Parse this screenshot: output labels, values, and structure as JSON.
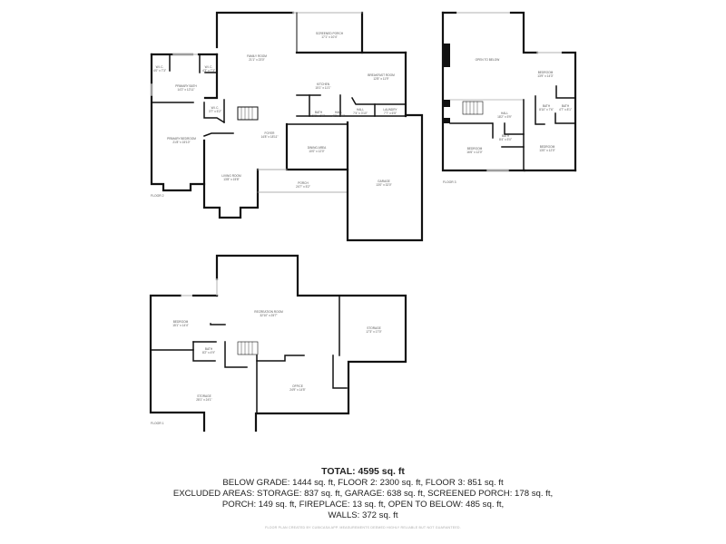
{
  "floors": {
    "floor2": {
      "label": "FLOOR 2",
      "rooms": [
        {
          "name": "FAMILY ROOM",
          "dims": "21'1\" x 23'0\""
        },
        {
          "name": "SCREENED PORCH",
          "dims": "17'1\" x 10'4\""
        },
        {
          "name": "KITCHEN",
          "dims": "15'1\" x 11'1\""
        },
        {
          "name": "BREAKFAST ROOM",
          "dims": "12'8\" x 11'9\""
        },
        {
          "name": "W.I.C.",
          "dims": "4'0\" x 7'3\""
        },
        {
          "name": "W.I.C.",
          "dims": "4'3\" x 7'3\""
        },
        {
          "name": "PRIMARY BATH",
          "dims": "14'2\" x 12'11\""
        },
        {
          "name": "BATH",
          "dims": "5'2\" x 5'7\""
        },
        {
          "name": "W.I.C.",
          "dims": "3'7\" x 5'2\""
        },
        {
          "name": "BATH",
          "dims": "5'6\" x 5'8\""
        },
        {
          "name": "HALL",
          "dims": "4'6\" x 5'8\""
        },
        {
          "name": "HALL",
          "dims": "7'4\" x 3'10\""
        },
        {
          "name": "LAUNDRY",
          "dims": "7'7\" x 6'5\""
        },
        {
          "name": "PRIMARY BEDROOM",
          "dims": "21'8\" x 15'10\""
        },
        {
          "name": "FOYER",
          "dims": "14'8\" x 18'11\""
        },
        {
          "name": "DINING AREA",
          "dims": "10'0\" x 12'0\""
        },
        {
          "name": "LIVING ROOM",
          "dims": "13'8\" x 15'8\""
        },
        {
          "name": "PORCH",
          "dims": "24'7\" x 5'2\""
        },
        {
          "name": "GARAGE",
          "dims": "13'0\" x 32'0\""
        }
      ]
    },
    "floor3": {
      "label": "FLOOR 3",
      "rooms": [
        {
          "name": "OPEN TO BELOW",
          "dims": ""
        },
        {
          "name": "BEDROOM",
          "dims": "13'9\" x 14'3\""
        },
        {
          "name": "HALL",
          "dims": "18'2\" x 5'9\""
        },
        {
          "name": "BATH",
          "dims": "8'10\" x 7'6\""
        },
        {
          "name": "BATH",
          "dims": "4'7\" x 8'1\""
        },
        {
          "name": "BATH",
          "dims": "8'4\" x 5'0\""
        },
        {
          "name": "BEDROOM",
          "dims": "16'6\" x 12'0\""
        },
        {
          "name": "BEDROOM",
          "dims": "13'0\" x 12'0\""
        }
      ]
    },
    "floor1": {
      "label": "FLOOR 1",
      "rooms": [
        {
          "name": "RECREATION ROOM",
          "dims": "32'10\" x 25'7\""
        },
        {
          "name": "BEDROOM",
          "dims": "15'1\" x 14'4\""
        },
        {
          "name": "STORAGE",
          "dims": "17'3\" x 17'0\""
        },
        {
          "name": "BATH",
          "dims": "8'2\" x 4'9\""
        },
        {
          "name": "STORAGE",
          "dims": "28'1\" x 24'1\""
        },
        {
          "name": "OFFICE",
          "dims": "24'9\" x 14'5\""
        }
      ]
    }
  },
  "summary": {
    "total": "TOTAL: 4595 sq. ft",
    "line1": "BELOW GRADE: 1444 sq. ft, FLOOR 2: 2300 sq. ft, FLOOR 3: 851 sq. ft",
    "line2": "EXCLUDED AREAS: STORAGE: 837 sq. ft, GARAGE: 638 sq. ft, SCREENED PORCH: 178 sq. ft,",
    "line3": "PORCH: 149 sq. ft, FIREPLACE: 13 sq. ft, OPEN TO BELOW: 485 sq. ft,",
    "line4": "WALLS: 372 sq. ft",
    "disclaimer": "FLOOR PLAN CREATED BY CUBICASA APP. MEASUREMENTS DEEMED HIGHLY RELIABLE BUT NOT GUARANTEED."
  },
  "colors": {
    "wall": "#111111",
    "window": "#cccccc",
    "text": "#222222"
  }
}
